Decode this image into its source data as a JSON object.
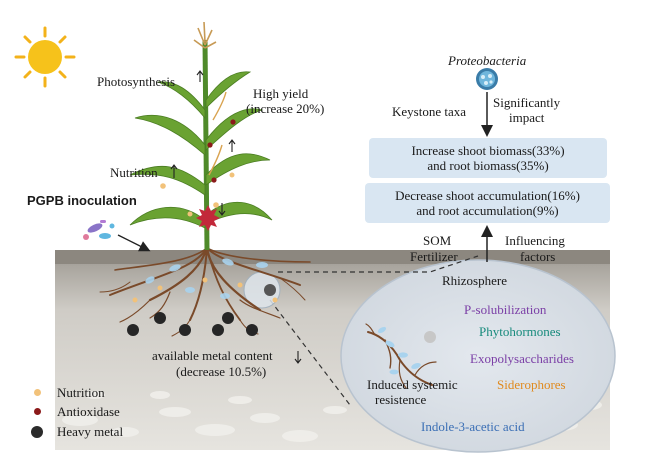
{
  "sun": {
    "icon": "sun-icon"
  },
  "plant": {
    "photosynthesis": "Photosynthesis",
    "high_yield": "High yield",
    "high_yield_increase": "(increase 20%)",
    "nutrition": "Nutrition",
    "pgpb_inoculation": "PGPB inoculation",
    "metal_content": "available metal content",
    "metal_decrease": "(decrease 10.5%)"
  },
  "microbes": {
    "proteobacteria": "Proteobacteria",
    "keystone_taxa": "Keystone taxa",
    "significantly": "Significantly",
    "impact": "impact"
  },
  "boxes": {
    "increase_line1": "Increase shoot biomass(33%)",
    "increase_line2": "and root biomass(35%)",
    "decrease_line1": "Decrease shoot accumulation(16%)",
    "decrease_line2": "and root accumulation(9%)"
  },
  "factors": {
    "som": "SOM",
    "fertilizer": "Fertilizer",
    "influencing": "Influencing",
    "factors_word": "factors"
  },
  "rhizosphere": {
    "title": "Rhizosphere",
    "p_solubilization": "P-solubilization",
    "phytohormones": "Phytohormones",
    "exopolysaccharides": "Exopolysaccharides",
    "siderophores": "Siderophores",
    "induced_line1": "Induced systemic",
    "induced_line2": "resistence",
    "iaa": "Indole-3-acetic acid"
  },
  "legend": [
    {
      "label": "Nutrition",
      "color": "#f2c27a"
    },
    {
      "label": "Antioxidase",
      "color": "#8b1a1a"
    },
    {
      "label": "Heavy metal",
      "color": "#2b2b2b"
    }
  ],
  "colors": {
    "box_fill": "#d9e6f2",
    "soil_top": "#8f8a83",
    "soil_mid": "#c9c6c0",
    "soil_bottom": "#e4e2dd",
    "root": "#7a4a2a",
    "stem": "#4f8a2a",
    "leaf": "#6aa232"
  }
}
